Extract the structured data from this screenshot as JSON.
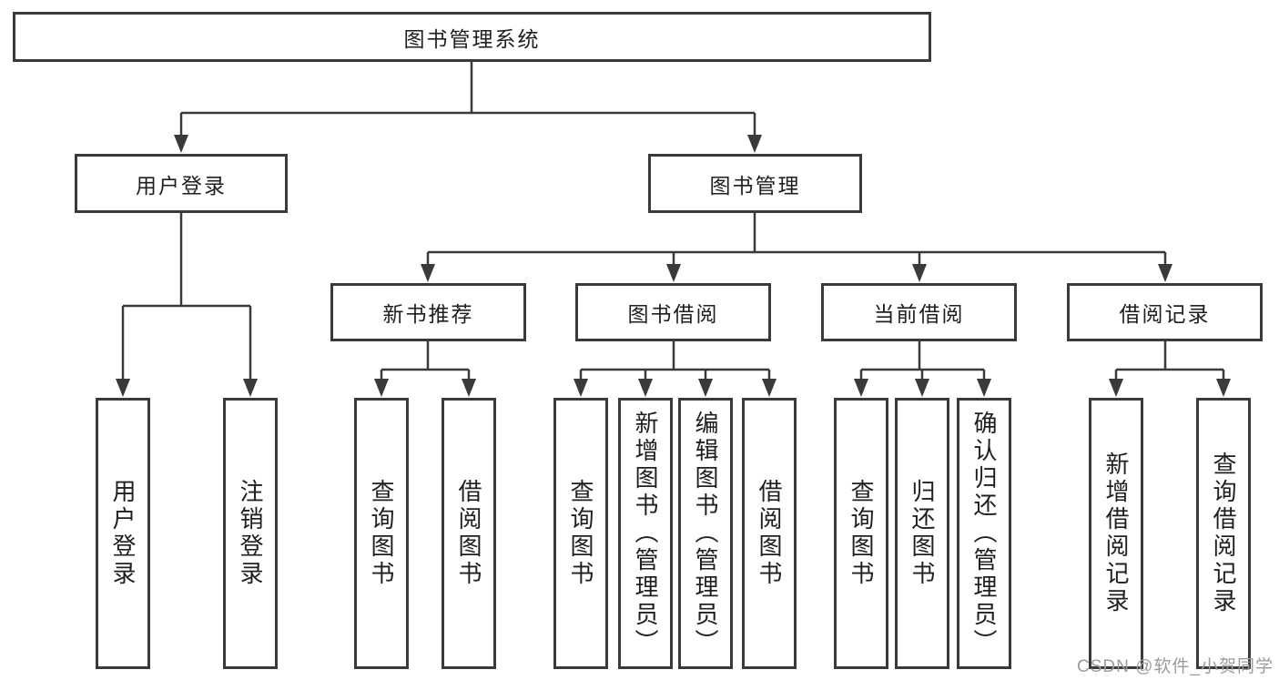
{
  "diagram": {
    "root": {
      "label": "图书管理系统"
    },
    "branches": {
      "user_login": {
        "label": "用户登录",
        "leaves": [
          {
            "label": "用户登录"
          },
          {
            "label": "注销登录"
          }
        ]
      },
      "book_mgmt": {
        "label": "图书管理",
        "sections": {
          "new_book": {
            "label": "新书推荐",
            "leaves": [
              {
                "label": "查询图书"
              },
              {
                "label": "借阅图书"
              }
            ]
          },
          "book_borrow": {
            "label": "图书借阅",
            "leaves": [
              {
                "label": "查询图书"
              },
              {
                "label": "新增图书（管理员）"
              },
              {
                "label": "编辑图书（管理员）"
              },
              {
                "label": "借阅图书"
              }
            ]
          },
          "current_borrow": {
            "label": "当前借阅",
            "leaves": [
              {
                "label": "查询图书"
              },
              {
                "label": "归还图书"
              },
              {
                "label": "确认归还（管理员）"
              }
            ]
          },
          "borrow_records": {
            "label": "借阅记录",
            "leaves": [
              {
                "label": "新增借阅记录"
              },
              {
                "label": "查询借阅记录"
              }
            ]
          }
        }
      }
    },
    "watermark": {
      "text": "CSDN @软件_小贺同学"
    },
    "colors": {
      "line": "#3a3a3a",
      "text": "#1f1f1f",
      "watermark": "#9c9c9c",
      "background": "#ffffff"
    }
  }
}
